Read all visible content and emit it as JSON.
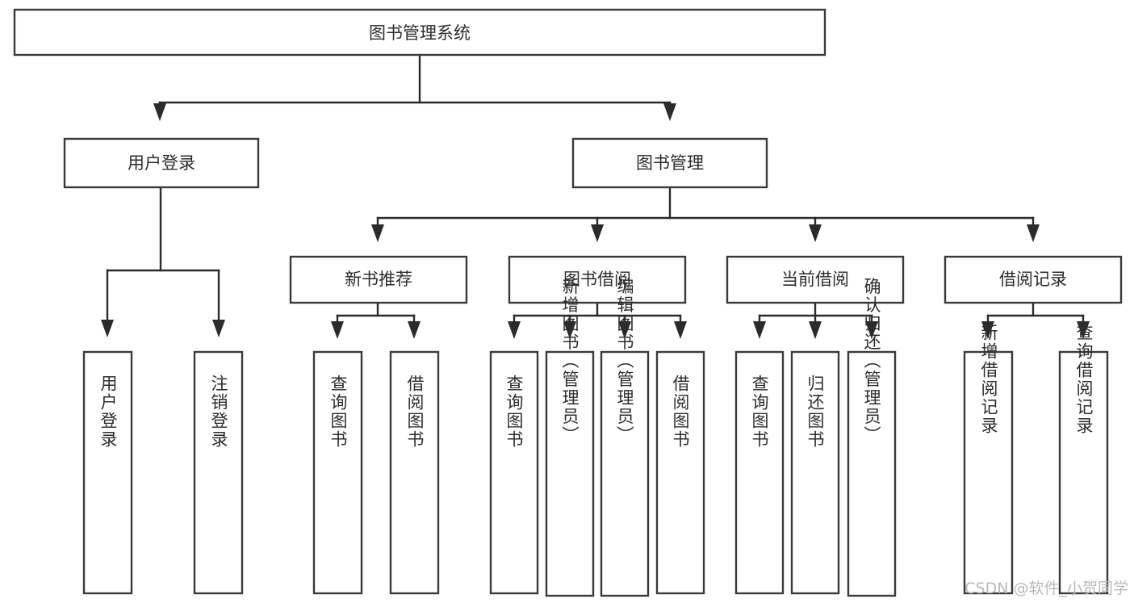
{
  "diagram": {
    "type": "tree-hierarchy-chart",
    "orientation": "top-down",
    "root": {
      "label": "图书管理系统"
    },
    "level2": [
      {
        "label": "用户登录"
      },
      {
        "label": "图书管理"
      }
    ],
    "level3": [
      {
        "label": "新书推荐"
      },
      {
        "label": "图书借阅"
      },
      {
        "label": "当前借阅"
      },
      {
        "label": "借阅记录"
      }
    ],
    "leaves": {
      "user_login": [
        {
          "label": "用户登录"
        },
        {
          "label": "注销登录"
        }
      ],
      "new_book_recommend": [
        {
          "label": "查询图书"
        },
        {
          "label": "借阅图书"
        }
      ],
      "book_borrow": [
        {
          "label": "查询图书"
        },
        {
          "label": "新增图书（管理员）"
        },
        {
          "label": "编辑图书（管理员）"
        },
        {
          "label": "借阅图书"
        }
      ],
      "current_borrow": [
        {
          "label": "查询图书"
        },
        {
          "label": "归还图书"
        },
        {
          "label": "确认归还（管理员）"
        }
      ],
      "borrow_record": [
        {
          "label": "新增借阅记录"
        },
        {
          "label": "查询借阅记录"
        }
      ]
    }
  },
  "watermark": {
    "text": "CSDN @软件_小贺同学"
  },
  "colors": {
    "box_stroke": "#3a3a3a",
    "connector": "#2b2b2b",
    "text": "#2d2d2d",
    "background": "#ffffff",
    "watermark": "#b9b9b9"
  }
}
